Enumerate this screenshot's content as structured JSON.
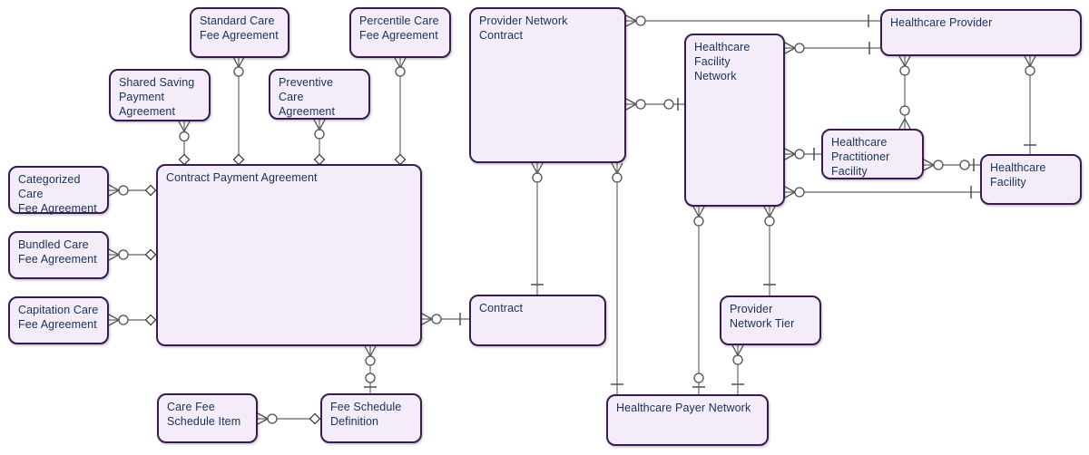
{
  "colors": {
    "entity_fill": "#f4ecf8",
    "entity_border": "#3a1b50",
    "entity_text": "#16325c",
    "connector_line": "#7d7d7d"
  },
  "entities": [
    {
      "id": "standard-care-fee-agreement",
      "label": "Standard Care\nFee Agreement"
    },
    {
      "id": "percentile-care-fee-agreement",
      "label": "Percentile Care\nFee Agreement"
    },
    {
      "id": "provider-network-contract",
      "label": "Provider Network\nContract"
    },
    {
      "id": "healthcare-provider",
      "label": "Healthcare Provider"
    },
    {
      "id": "shared-saving-payment-agreement",
      "label": "Shared Saving\nPayment\nAgreement"
    },
    {
      "id": "preventive-care-agreement",
      "label": "Preventive Care\nAgreement"
    },
    {
      "id": "healthcare-facility-network",
      "label": "Healthcare\nFacility\nNetwork"
    },
    {
      "id": "categorized-care-fee-agreement",
      "label": "Categorized Care\nFee Agreement"
    },
    {
      "id": "contract-payment-agreement",
      "label": "Contract Payment Agreement"
    },
    {
      "id": "healthcare-practitioner-facility",
      "label": "Healthcare\nPractitioner\nFacility"
    },
    {
      "id": "healthcare-facility",
      "label": "Healthcare\nFacility"
    },
    {
      "id": "bundled-care-fee-agreement",
      "label": "Bundled Care\nFee Agreement"
    },
    {
      "id": "capitation-care-fee-agreement",
      "label": "Capitation Care\nFee Agreement"
    },
    {
      "id": "contract",
      "label": "Contract"
    },
    {
      "id": "provider-network-tier",
      "label": "Provider\nNetwork Tier"
    },
    {
      "id": "care-fee-schedule-item",
      "label": "Care Fee\nSchedule Item"
    },
    {
      "id": "fee-schedule-definition",
      "label": "Fee Schedule\nDefinition"
    },
    {
      "id": "healthcare-payer-network",
      "label": "Healthcare Payer Network"
    }
  ],
  "relationships": [
    {
      "from": "Shared Saving Payment Agreement",
      "to": "Contract Payment Agreement",
      "from_end": "zero-or-many",
      "to_end": "diamond"
    },
    {
      "from": "Standard Care Fee Agreement",
      "to": "Contract Payment Agreement",
      "from_end": "zero-or-many",
      "to_end": "diamond"
    },
    {
      "from": "Preventive Care Agreement",
      "to": "Contract Payment Agreement",
      "from_end": "zero-or-many",
      "to_end": "diamond"
    },
    {
      "from": "Percentile Care Fee Agreement",
      "to": "Contract Payment Agreement",
      "from_end": "zero-or-many",
      "to_end": "diamond"
    },
    {
      "from": "Categorized Care Fee Agreement",
      "to": "Contract Payment Agreement",
      "from_end": "zero-or-many",
      "to_end": "diamond"
    },
    {
      "from": "Bundled Care Fee Agreement",
      "to": "Contract Payment Agreement",
      "from_end": "zero-or-many",
      "to_end": "diamond"
    },
    {
      "from": "Capitation Care Fee Agreement",
      "to": "Contract Payment Agreement",
      "from_end": "zero-or-many",
      "to_end": "diamond"
    },
    {
      "from": "Contract Payment Agreement",
      "to": "Contract",
      "from_end": "zero-or-many",
      "to_end": "one"
    },
    {
      "from": "Contract Payment Agreement",
      "to": "Fee Schedule Definition",
      "from_end": "zero-or-many",
      "to_end": "zero-or-one"
    },
    {
      "from": "Care Fee Schedule Item",
      "to": "Fee Schedule Definition",
      "from_end": "zero-or-many",
      "to_end": "diamond"
    },
    {
      "from": "Provider Network Contract",
      "to": "Healthcare Provider",
      "from_end": "zero-or-many",
      "to_end": "one"
    },
    {
      "from": "Provider Network Contract",
      "to": "Healthcare Facility Network",
      "from_end": "zero-or-many",
      "to_end": "zero-or-one"
    },
    {
      "from": "Provider Network Contract",
      "to": "Contract",
      "from_end": "zero-or-many",
      "to_end": "one"
    },
    {
      "from": "Provider Network Contract",
      "to": "Healthcare Payer Network",
      "from_end": "zero-or-many",
      "to_end": "one"
    },
    {
      "from": "Healthcare Facility Network",
      "to": "Healthcare Provider",
      "from_end": "zero-or-many",
      "to_end": "one"
    },
    {
      "from": "Healthcare Facility Network",
      "to": "Healthcare Practitioner Facility",
      "from_end": "zero-or-many",
      "to_end": "one"
    },
    {
      "from": "Healthcare Facility Network",
      "to": "Healthcare Facility",
      "from_end": "zero-or-many",
      "to_end": "one"
    },
    {
      "from": "Healthcare Facility Network",
      "to": "Healthcare Payer Network",
      "from_end": "zero-or-many",
      "to_end": "zero-or-one"
    },
    {
      "from": "Healthcare Facility Network",
      "to": "Provider Network Tier",
      "from_end": "zero-or-many",
      "to_end": "one"
    },
    {
      "from": "Healthcare Provider",
      "to": "Healthcare Practitioner Facility",
      "from_end": "zero-or-many",
      "to_end": "zero-or-many"
    },
    {
      "from": "Healthcare Provider",
      "to": "Healthcare Facility",
      "from_end": "zero-or-many",
      "to_end": "one"
    },
    {
      "from": "Healthcare Practitioner Facility",
      "to": "Healthcare Facility",
      "from_end": "zero-or-many",
      "to_end": "zero-or-one"
    },
    {
      "from": "Provider Network Tier",
      "to": "Healthcare Payer Network",
      "from_end": "zero-or-many",
      "to_end": "one"
    }
  ]
}
